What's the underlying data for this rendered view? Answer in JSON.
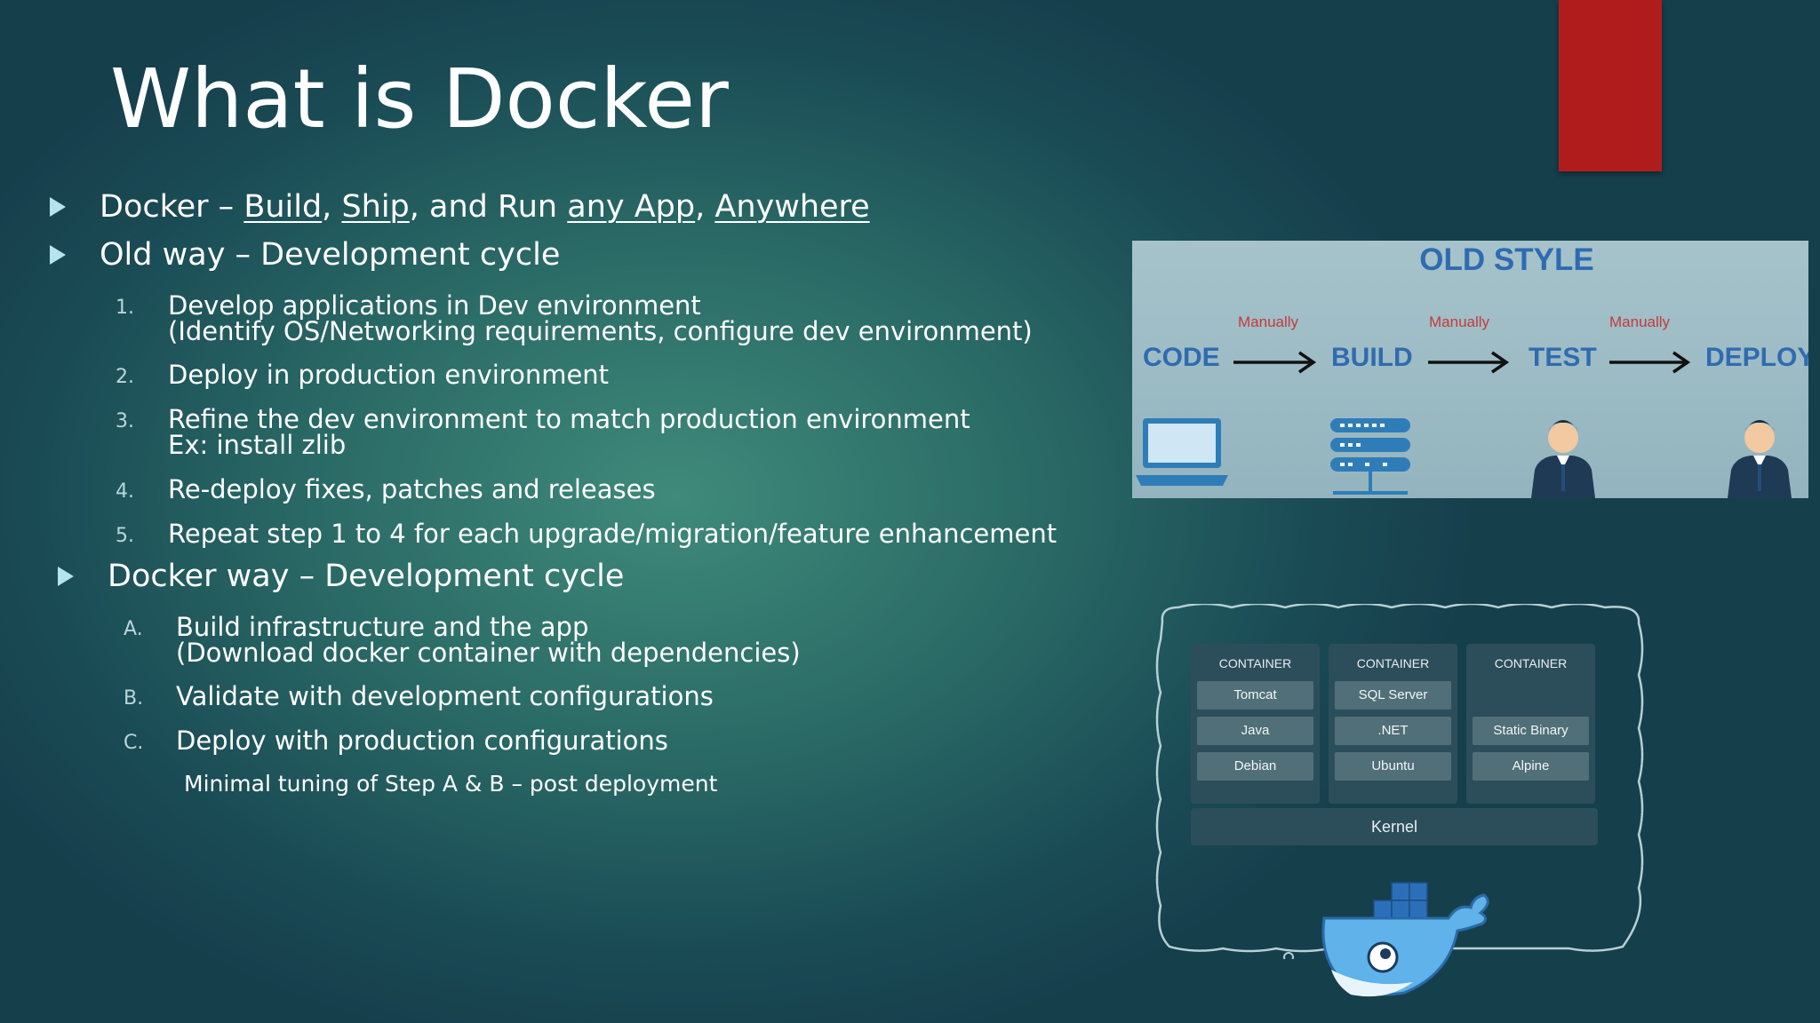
{
  "slide": {
    "title": "What is Docker",
    "bullets": {
      "b1": {
        "prefix": "Docker – ",
        "build": "Build",
        "comma1": ", ",
        "ship": "Ship",
        "mid": ", and Run ",
        "any_app": "any App",
        "comma2": ", ",
        "anywhere": "Anywhere"
      },
      "b2": "Old way – Development cycle",
      "b3": "Docker way – Development cycle"
    },
    "old_way_steps": [
      {
        "num": "1.",
        "line1": "Develop applications in Dev environment",
        "line2": "(Identify OS/Networking requirements, configure dev environment)"
      },
      {
        "num": "2.",
        "line1": "Deploy in production environment"
      },
      {
        "num": "3.",
        "line1": "Refine the dev environment to match production environment",
        "line2": "Ex: install zlib"
      },
      {
        "num": "4.",
        "line1": "Re-deploy fixes, patches and releases"
      },
      {
        "num": "5.",
        "line1": "Repeat step 1 to 4 for each upgrade/migration/feature enhancement"
      }
    ],
    "docker_way_steps": [
      {
        "num": "A.",
        "line1": "Build infrastructure and the app",
        "line2": "(Download docker container with dependencies)"
      },
      {
        "num": "B.",
        "line1": "Validate with development configurations"
      },
      {
        "num": "C.",
        "line1": "Deploy with production configurations"
      }
    ],
    "note": "Minimal tuning of Step A & B – post deployment"
  },
  "old_style_image": {
    "title": "OLD STYLE",
    "stages": [
      "CODE",
      "BUILD",
      "TEST",
      "DEPLOY"
    ],
    "arrow_label": "Manually",
    "icons": [
      "laptop-icon",
      "server-icon",
      "person-icon",
      "person-icon"
    ]
  },
  "container_diagram": {
    "containers": [
      {
        "header": "CONTAINER",
        "layers": [
          "Tomcat",
          "Java",
          "Debian"
        ]
      },
      {
        "header": "CONTAINER",
        "layers": [
          "SQL Server",
          ".NET",
          "Ubuntu"
        ]
      },
      {
        "header": "CONTAINER",
        "layers": [
          "",
          "Static Binary",
          "Alpine"
        ]
      }
    ],
    "kernel": "Kernel",
    "mascot": "docker-whale-icon"
  },
  "colors": {
    "background": "#2a6a66",
    "accent_red": "#b01c1c",
    "bullet_triangle": "#b6e3ec",
    "old_style_blue": "#2f6bb0",
    "manual_red": "#c43a3a"
  }
}
